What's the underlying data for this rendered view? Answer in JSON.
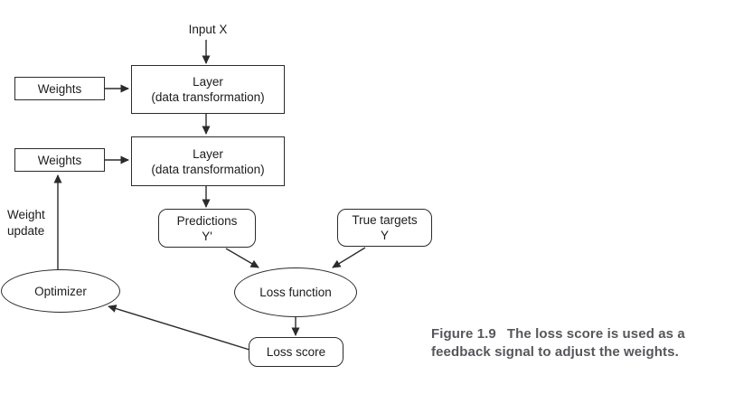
{
  "diagram": {
    "input_label": "Input X",
    "weights_top": "Weights",
    "weights_bottom": "Weights",
    "layer_top": {
      "line1": "Layer",
      "line2": "(data transformation)"
    },
    "layer_bottom": {
      "line1": "Layer",
      "line2": "(data transformation)"
    },
    "predictions": {
      "line1": "Predictions",
      "line2": "Y'"
    },
    "true_targets": {
      "line1": "True targets",
      "line2": "Y"
    },
    "loss_function": "Loss function",
    "optimizer": "Optimizer",
    "loss_score": "Loss score",
    "weight_update": {
      "line1": "Weight",
      "line2": "update"
    }
  },
  "caption": {
    "figure_label": "Figure 1.9",
    "text": "The loss score is used as a feedback signal to adjust the weights."
  },
  "colors": {
    "stroke": "#2b2b2b",
    "text": "#1c1c1c",
    "caption_text": "#56575b",
    "background": "#ffffff"
  }
}
